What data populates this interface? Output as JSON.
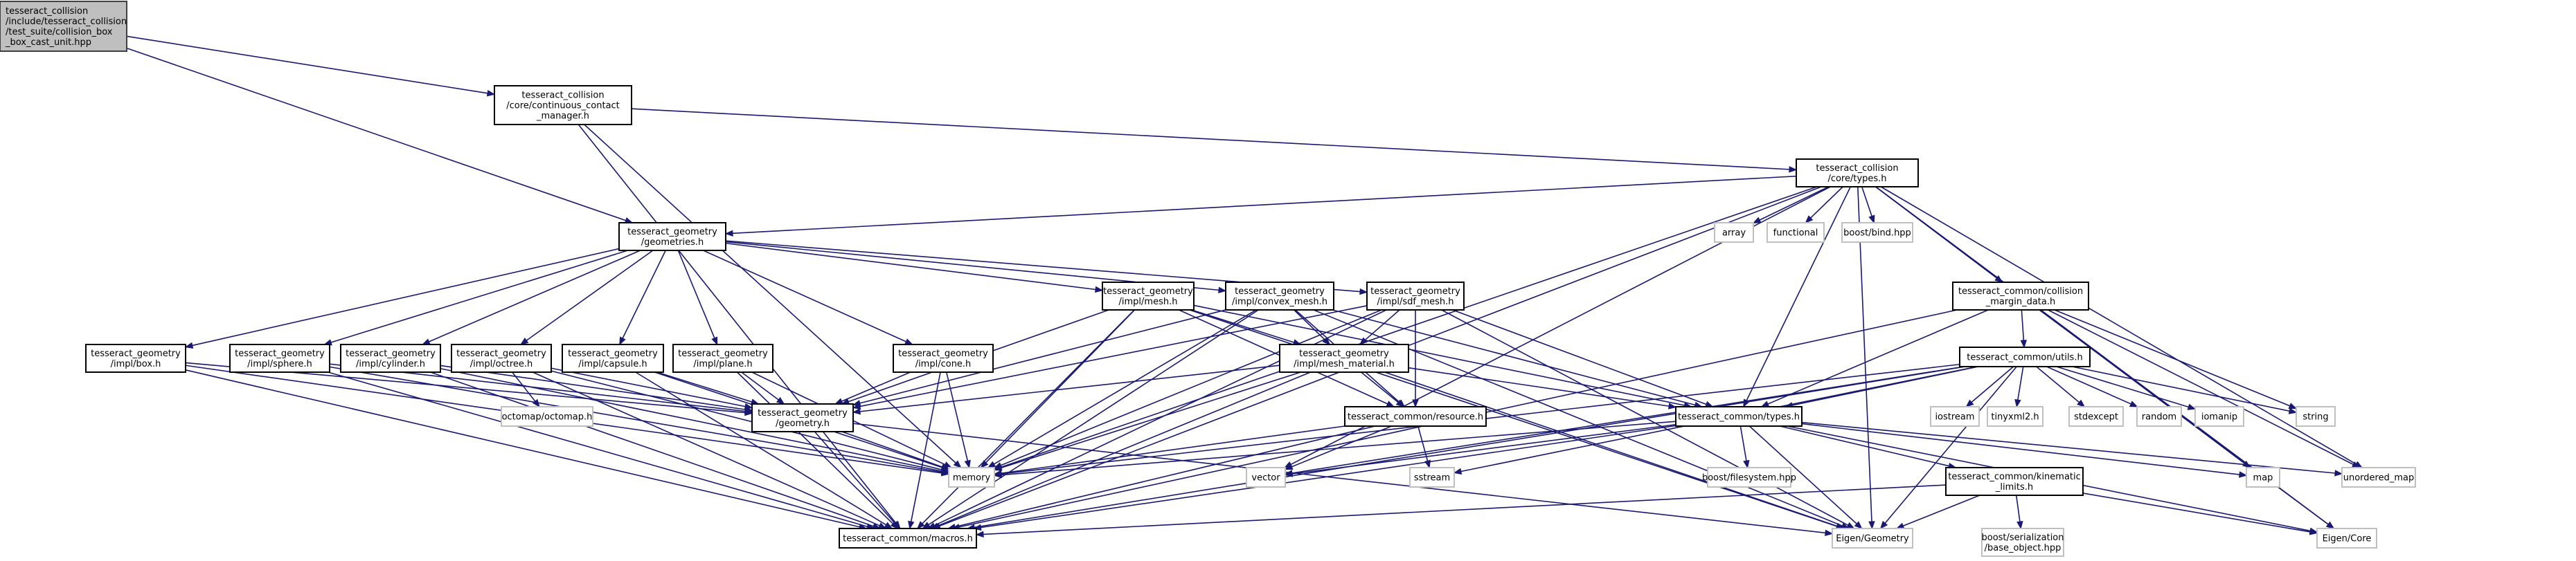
{
  "diagram": {
    "nodes": [
      {
        "id": "root",
        "lines": [
          "tesseract_collision",
          "/include/tesseract_collision",
          "/test_suite/collision_box",
          "_box_cast_unit.hpp"
        ],
        "kind": "main"
      },
      {
        "id": "ccm",
        "lines": [
          "tesseract_collision",
          "/core/continuous_contact",
          "_manager.h"
        ],
        "kind": "doc"
      },
      {
        "id": "ctypes",
        "lines": [
          "tesseract_collision",
          "/core/types.h"
        ],
        "kind": "doc"
      },
      {
        "id": "geoms",
        "lines": [
          "tesseract_geometry",
          "/geometries.h"
        ],
        "kind": "doc"
      },
      {
        "id": "array",
        "lines": [
          "array"
        ],
        "kind": "ext"
      },
      {
        "id": "functional",
        "lines": [
          "functional"
        ],
        "kind": "ext"
      },
      {
        "id": "bbind",
        "lines": [
          "boost/bind.hpp"
        ],
        "kind": "ext"
      },
      {
        "id": "cmd",
        "lines": [
          "tesseract_common/collision",
          "_margin_data.h"
        ],
        "kind": "doc"
      },
      {
        "id": "mesh",
        "lines": [
          "tesseract_geometry",
          "/impl/mesh.h"
        ],
        "kind": "doc"
      },
      {
        "id": "convex",
        "lines": [
          "tesseract_geometry",
          "/impl/convex_mesh.h"
        ],
        "kind": "doc"
      },
      {
        "id": "sdf",
        "lines": [
          "tesseract_geometry",
          "/impl/sdf_mesh.h"
        ],
        "kind": "doc"
      },
      {
        "id": "utils",
        "lines": [
          "tesseract_common/utils.h"
        ],
        "kind": "doc"
      },
      {
        "id": "box",
        "lines": [
          "tesseract_geometry",
          "/impl/box.h"
        ],
        "kind": "doc"
      },
      {
        "id": "sphere",
        "lines": [
          "tesseract_geometry",
          "/impl/sphere.h"
        ],
        "kind": "doc"
      },
      {
        "id": "cyl",
        "lines": [
          "tesseract_geometry",
          "/impl/cylinder.h"
        ],
        "kind": "doc"
      },
      {
        "id": "octree",
        "lines": [
          "tesseract_geometry",
          "/impl/octree.h"
        ],
        "kind": "doc"
      },
      {
        "id": "capsule",
        "lines": [
          "tesseract_geometry",
          "/impl/capsule.h"
        ],
        "kind": "doc"
      },
      {
        "id": "plane",
        "lines": [
          "tesseract_geometry",
          "/impl/plane.h"
        ],
        "kind": "doc"
      },
      {
        "id": "cone",
        "lines": [
          "tesseract_geometry",
          "/impl/cone.h"
        ],
        "kind": "doc"
      },
      {
        "id": "meshmat",
        "lines": [
          "tesseract_geometry",
          "/impl/mesh_material.h"
        ],
        "kind": "doc"
      },
      {
        "id": "iostream",
        "lines": [
          "iostream"
        ],
        "kind": "ext"
      },
      {
        "id": "tinyxml",
        "lines": [
          "tinyxml2.h"
        ],
        "kind": "ext"
      },
      {
        "id": "stdexcept",
        "lines": [
          "stdexcept"
        ],
        "kind": "ext"
      },
      {
        "id": "random",
        "lines": [
          "random"
        ],
        "kind": "ext"
      },
      {
        "id": "iomanip",
        "lines": [
          "iomanip"
        ],
        "kind": "ext"
      },
      {
        "id": "string",
        "lines": [
          "string"
        ],
        "kind": "ext"
      },
      {
        "id": "octomap",
        "lines": [
          "octomap/octomap.h"
        ],
        "kind": "ext"
      },
      {
        "id": "geometry",
        "lines": [
          "tesseract_geometry",
          "/geometry.h"
        ],
        "kind": "doc"
      },
      {
        "id": "resource",
        "lines": [
          "tesseract_common/resource.h"
        ],
        "kind": "doc"
      },
      {
        "id": "cmtypes",
        "lines": [
          "tesseract_common/types.h"
        ],
        "kind": "doc"
      },
      {
        "id": "memory",
        "lines": [
          "memory"
        ],
        "kind": "ext"
      },
      {
        "id": "vector",
        "lines": [
          "vector"
        ],
        "kind": "ext"
      },
      {
        "id": "sstream",
        "lines": [
          "sstream"
        ],
        "kind": "ext"
      },
      {
        "id": "bfs",
        "lines": [
          "boost/filesystem.hpp"
        ],
        "kind": "ext"
      },
      {
        "id": "kin",
        "lines": [
          "tesseract_common/kinematic",
          "_limits.h"
        ],
        "kind": "doc"
      },
      {
        "id": "map",
        "lines": [
          "map"
        ],
        "kind": "ext"
      },
      {
        "id": "umap",
        "lines": [
          "unordered_map"
        ],
        "kind": "ext"
      },
      {
        "id": "macros",
        "lines": [
          "tesseract_common/macros.h"
        ],
        "kind": "doc"
      },
      {
        "id": "eigeo",
        "lines": [
          "Eigen/Geometry"
        ],
        "kind": "ext"
      },
      {
        "id": "bser",
        "lines": [
          "boost/serialization",
          "/base_object.hpp"
        ],
        "kind": "ext"
      },
      {
        "id": "eicore",
        "lines": [
          "Eigen/Core"
        ],
        "kind": "ext"
      }
    ],
    "edges": [
      [
        "root",
        "ccm"
      ],
      [
        "root",
        "geoms"
      ],
      [
        "ccm",
        "ctypes"
      ],
      [
        "ccm",
        "memory"
      ],
      [
        "ccm",
        "macros"
      ],
      [
        "ctypes",
        "geoms"
      ],
      [
        "ctypes",
        "array"
      ],
      [
        "ctypes",
        "functional"
      ],
      [
        "ctypes",
        "bbind"
      ],
      [
        "ctypes",
        "cmd"
      ],
      [
        "ctypes",
        "cmtypes"
      ],
      [
        "ctypes",
        "memory"
      ],
      [
        "ctypes",
        "vector"
      ],
      [
        "ctypes",
        "map"
      ],
      [
        "ctypes",
        "umap"
      ],
      [
        "ctypes",
        "macros"
      ],
      [
        "ctypes",
        "eigeo"
      ],
      [
        "ctypes",
        "eicore"
      ],
      [
        "geoms",
        "box"
      ],
      [
        "geoms",
        "sphere"
      ],
      [
        "geoms",
        "cyl"
      ],
      [
        "geoms",
        "octree"
      ],
      [
        "geoms",
        "capsule"
      ],
      [
        "geoms",
        "plane"
      ],
      [
        "geoms",
        "cone"
      ],
      [
        "geoms",
        "mesh"
      ],
      [
        "geoms",
        "convex"
      ],
      [
        "geoms",
        "sdf"
      ],
      [
        "box",
        "geometry"
      ],
      [
        "box",
        "memory"
      ],
      [
        "box",
        "macros"
      ],
      [
        "sphere",
        "geometry"
      ],
      [
        "sphere",
        "memory"
      ],
      [
        "sphere",
        "macros"
      ],
      [
        "cyl",
        "geometry"
      ],
      [
        "cyl",
        "memory"
      ],
      [
        "cyl",
        "macros"
      ],
      [
        "octree",
        "geometry"
      ],
      [
        "octree",
        "octomap"
      ],
      [
        "octree",
        "memory"
      ],
      [
        "octree",
        "macros"
      ],
      [
        "capsule",
        "geometry"
      ],
      [
        "capsule",
        "memory"
      ],
      [
        "capsule",
        "macros"
      ],
      [
        "plane",
        "geometry"
      ],
      [
        "plane",
        "memory"
      ],
      [
        "plane",
        "macros"
      ],
      [
        "cone",
        "geometry"
      ],
      [
        "cone",
        "memory"
      ],
      [
        "cone",
        "macros"
      ],
      [
        "mesh",
        "geometry"
      ],
      [
        "mesh",
        "meshmat"
      ],
      [
        "mesh",
        "resource"
      ],
      [
        "mesh",
        "cmtypes"
      ],
      [
        "mesh",
        "memory"
      ],
      [
        "mesh",
        "macros"
      ],
      [
        "mesh",
        "eigeo"
      ],
      [
        "convex",
        "geometry"
      ],
      [
        "convex",
        "meshmat"
      ],
      [
        "convex",
        "resource"
      ],
      [
        "convex",
        "cmtypes"
      ],
      [
        "convex",
        "memory"
      ],
      [
        "convex",
        "macros"
      ],
      [
        "convex",
        "eigeo"
      ],
      [
        "sdf",
        "geometry"
      ],
      [
        "sdf",
        "meshmat"
      ],
      [
        "sdf",
        "resource"
      ],
      [
        "sdf",
        "cmtypes"
      ],
      [
        "sdf",
        "memory"
      ],
      [
        "sdf",
        "macros"
      ],
      [
        "sdf",
        "eigeo"
      ],
      [
        "meshmat",
        "geometry"
      ],
      [
        "meshmat",
        "resource"
      ],
      [
        "meshmat",
        "cmtypes"
      ],
      [
        "meshmat",
        "memory"
      ],
      [
        "meshmat",
        "macros"
      ],
      [
        "meshmat",
        "eigeo"
      ],
      [
        "geometry",
        "memory"
      ],
      [
        "geometry",
        "macros"
      ],
      [
        "geometry",
        "eigeo"
      ],
      [
        "resource",
        "memory"
      ],
      [
        "resource",
        "vector"
      ],
      [
        "resource",
        "sstream"
      ],
      [
        "resource",
        "macros"
      ],
      [
        "cmd",
        "utils"
      ],
      [
        "cmd",
        "cmtypes"
      ],
      [
        "cmd",
        "string"
      ],
      [
        "cmd",
        "umap"
      ],
      [
        "cmd",
        "macros"
      ],
      [
        "cmd",
        "eicore"
      ],
      [
        "utils",
        "iostream"
      ],
      [
        "utils",
        "tinyxml"
      ],
      [
        "utils",
        "stdexcept"
      ],
      [
        "utils",
        "random"
      ],
      [
        "utils",
        "iomanip"
      ],
      [
        "utils",
        "string"
      ],
      [
        "utils",
        "sstream"
      ],
      [
        "utils",
        "vector"
      ],
      [
        "utils",
        "cmtypes"
      ],
      [
        "utils",
        "macros"
      ],
      [
        "utils",
        "eigeo"
      ],
      [
        "utils",
        "memory"
      ],
      [
        "cmtypes",
        "vector"
      ],
      [
        "cmtypes",
        "memory"
      ],
      [
        "cmtypes",
        "bfs"
      ],
      [
        "cmtypes",
        "kin"
      ],
      [
        "cmtypes",
        "map"
      ],
      [
        "cmtypes",
        "umap"
      ],
      [
        "cmtypes",
        "macros"
      ],
      [
        "cmtypes",
        "eigeo"
      ],
      [
        "cmtypes",
        "eicore"
      ],
      [
        "kin",
        "bser"
      ],
      [
        "kin",
        "macros"
      ],
      [
        "kin",
        "eigeo"
      ],
      [
        "kin",
        "eicore"
      ]
    ]
  }
}
